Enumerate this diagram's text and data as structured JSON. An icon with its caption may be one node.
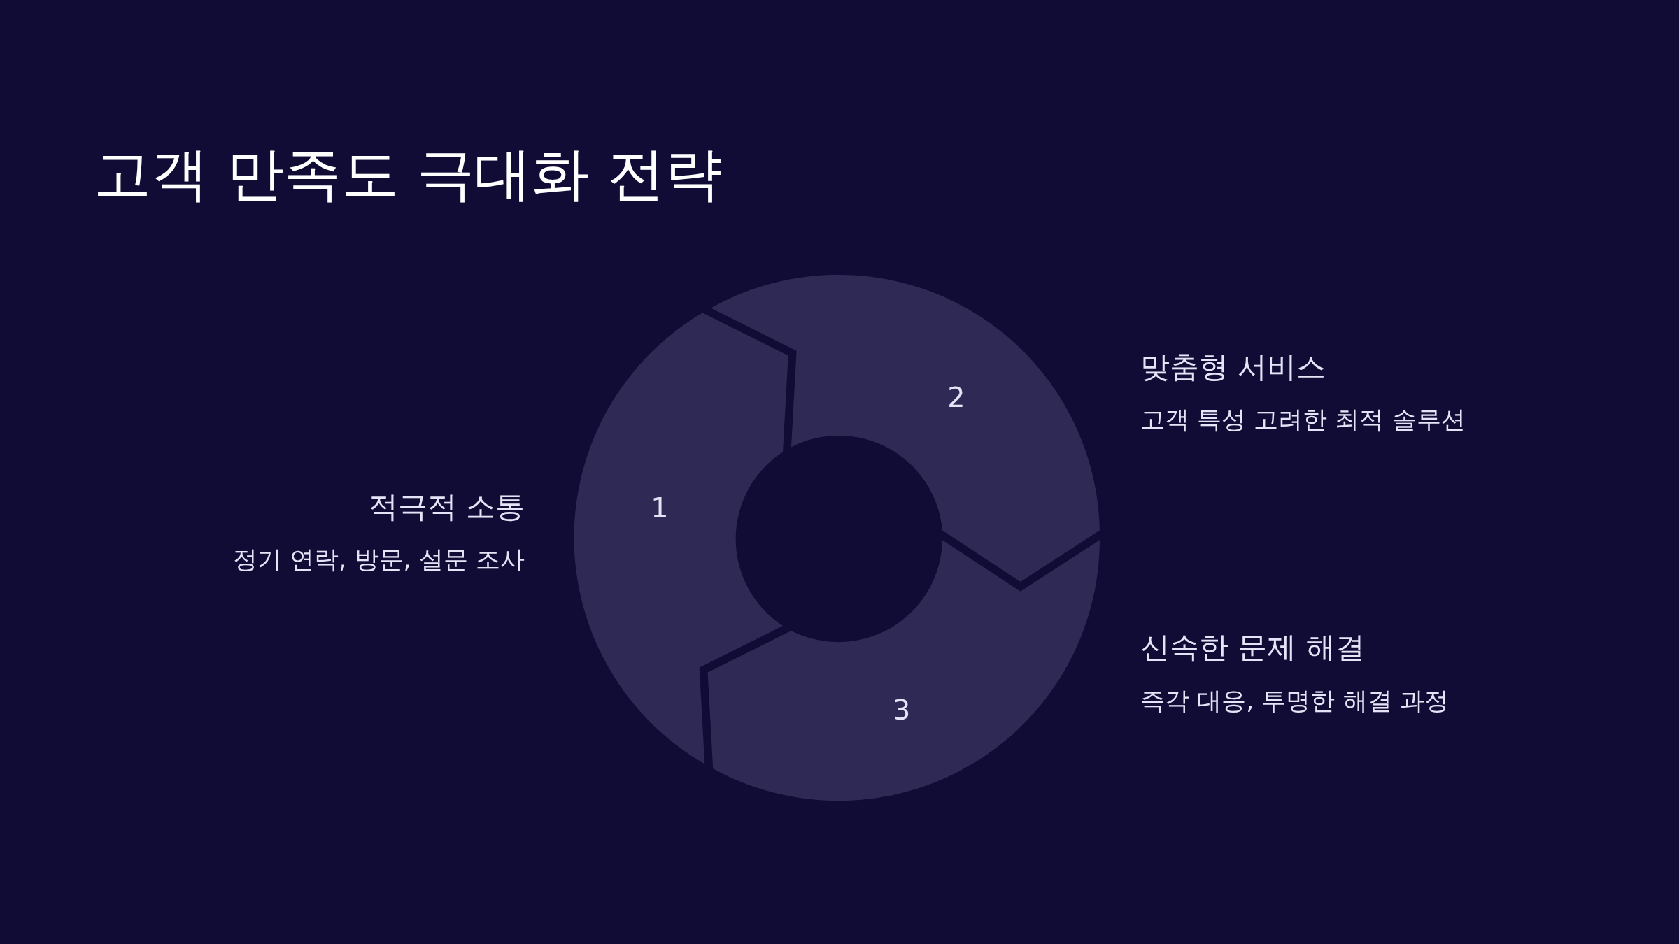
{
  "diagram": {
    "title": "고객 만족도 극대화 전략",
    "nodes": [
      {
        "text": [
          "1"
        ],
        "beside": [
          "적극적 소통",
          "정기 연락, 방문, 설문 조사"
        ]
      },
      {
        "text": [
          "2"
        ],
        "beside": [
          "맞춤형 서비스",
          "고객 특성 고려한 최적 솔루션"
        ]
      },
      {
        "text": [
          "3"
        ],
        "beside": [
          "신속한 문제 해결",
          "즉각 대응, 투명한 해결 과정"
        ]
      }
    ]
  }
}
